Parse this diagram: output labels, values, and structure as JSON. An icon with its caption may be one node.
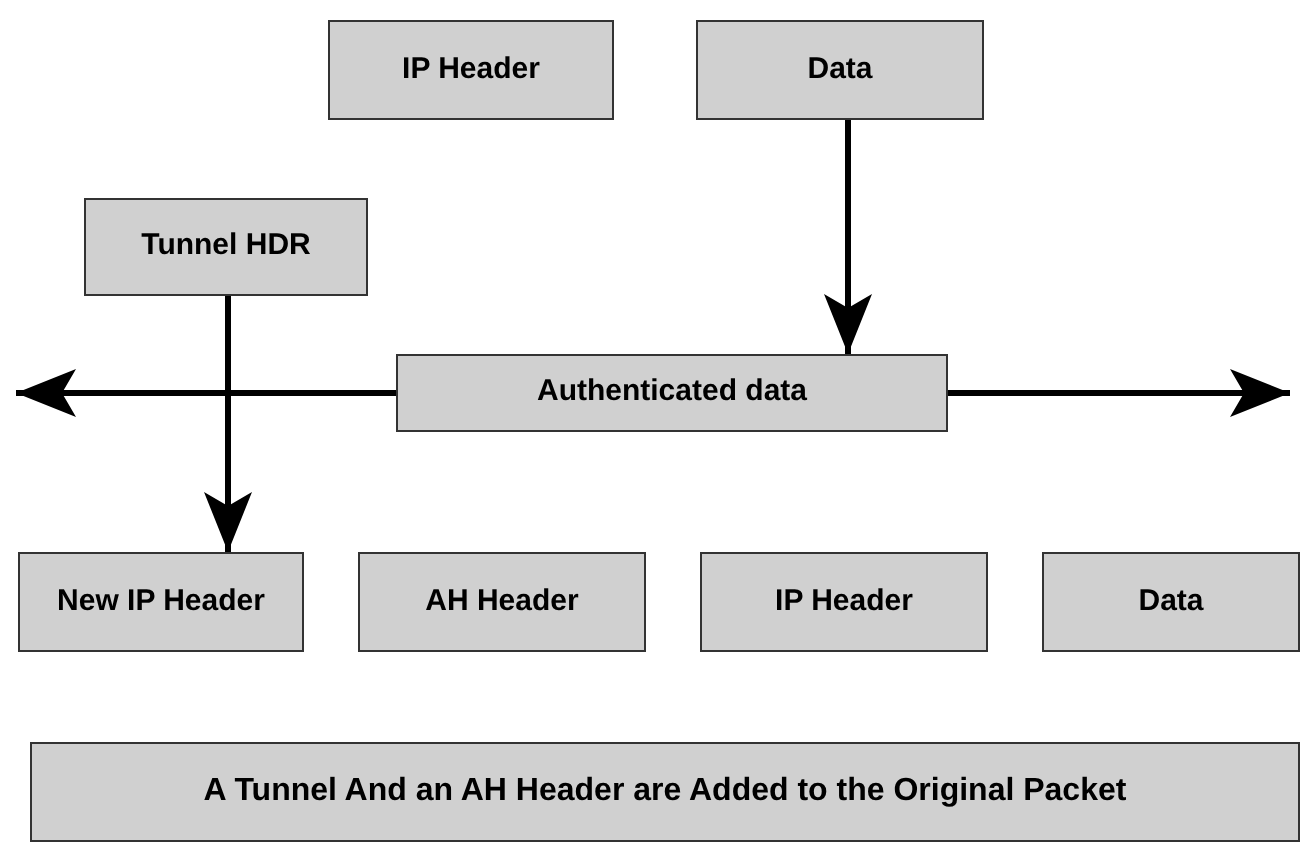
{
  "diagram": {
    "nodes": [
      {
        "text": [
          "IP Header"
        ]
      },
      {
        "text": [
          "Data"
        ]
      },
      {
        "text": [
          "Tunnel HDR"
        ]
      },
      {
        "text": [
          "Authenticated data"
        ]
      },
      {
        "text": [
          "New IP Header"
        ]
      },
      {
        "text": [
          "AH Header"
        ]
      },
      {
        "text": [
          "IP Header"
        ]
      },
      {
        "text": [
          "Data"
        ]
      },
      {
        "text": [
          "A Tunnel And an AH Header are Added to the Original Packet"
        ]
      }
    ],
    "edges": [
      {
        "from": 1,
        "to": 3,
        "arrow": "to"
      },
      {
        "from": 2,
        "to": 4,
        "arrow": "to"
      },
      {
        "from": 3,
        "to": null,
        "arrow": "to"
      },
      {
        "from": 3,
        "to": null,
        "arrow": "to"
      }
    ]
  }
}
